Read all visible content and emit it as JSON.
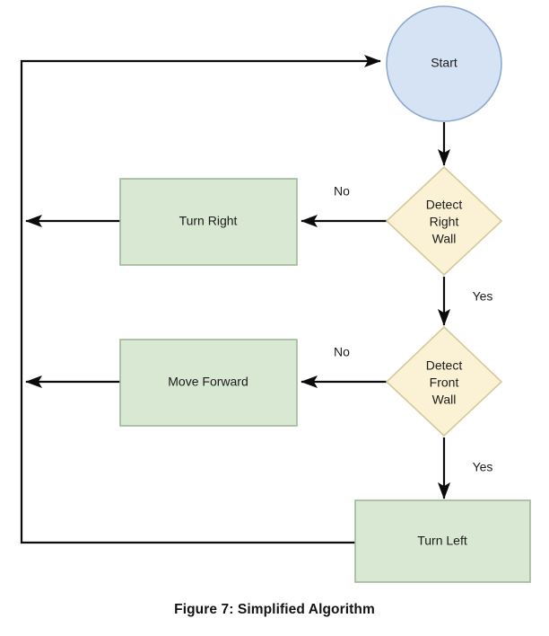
{
  "figure": {
    "caption": "Figure 7: Simplified Algorithm",
    "type": "flowchart"
  },
  "colors": {
    "start_fill": "#d5e3f5",
    "start_stroke": "#8fa9cb",
    "decision_fill": "#fbf2d5",
    "decision_stroke": "#d6c89a",
    "process_fill": "#d9e8d3",
    "process_stroke": "#9fb79a",
    "connector": "#0b0b0b",
    "text": "#1a1a1a"
  },
  "nodes": {
    "start": {
      "label": "Start",
      "shape": "circle"
    },
    "detect_right_wall": {
      "shape": "diamond",
      "line1": "Detect",
      "line2": "Right",
      "line3": "Wall"
    },
    "turn_right": {
      "label": "Turn Right",
      "shape": "rectangle"
    },
    "detect_front_wall": {
      "shape": "diamond",
      "line1": "Detect",
      "line2": "Front",
      "line3": "Wall"
    },
    "move_forward": {
      "label": "Move Forward",
      "shape": "rectangle"
    },
    "turn_left": {
      "label": "Turn Left",
      "shape": "rectangle"
    }
  },
  "edge_labels": {
    "right_wall_no": "No",
    "right_wall_yes": "Yes",
    "front_wall_no": "No",
    "front_wall_yes": "Yes"
  }
}
